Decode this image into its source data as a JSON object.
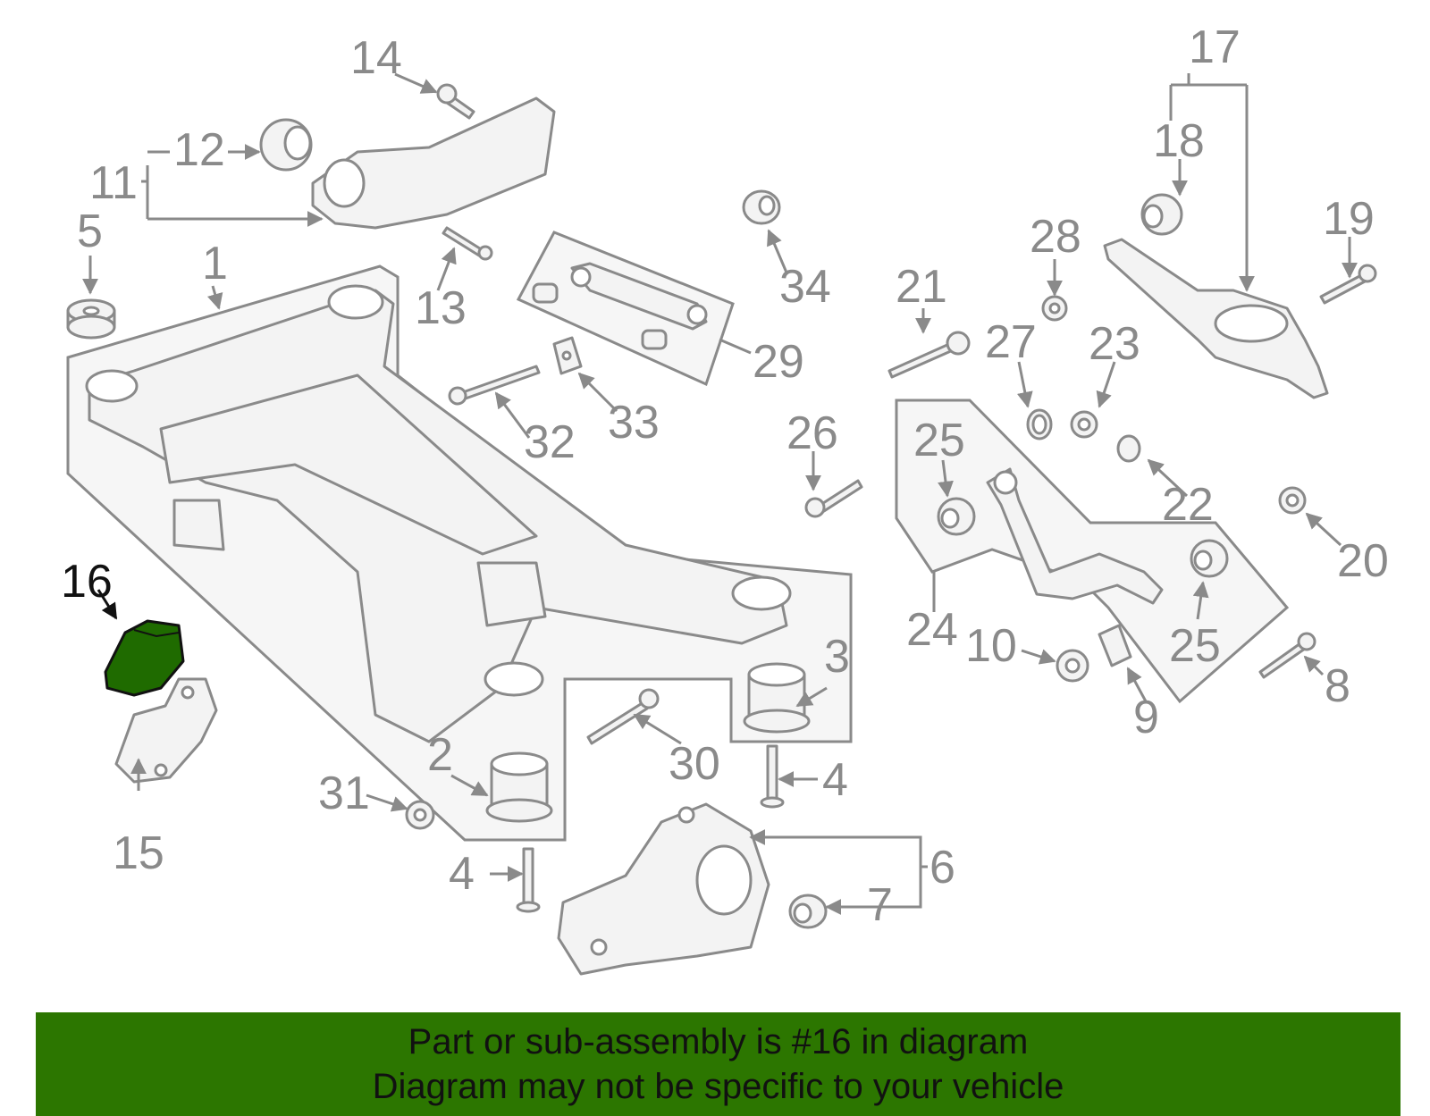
{
  "colors": {
    "highlight": "#1f6b00",
    "outline": "#8a8a8a",
    "banner": "#2c7600"
  },
  "labels": {
    "l1": "1",
    "l2": "2",
    "l3": "3",
    "l4a": "4",
    "l4b": "4",
    "l5": "5",
    "l6": "6",
    "l7": "7",
    "l8": "8",
    "l9": "9",
    "l10": "10",
    "l11": "11",
    "l12": "12",
    "l13": "13",
    "l14": "14",
    "l15": "15",
    "l16": "16",
    "l17": "17",
    "l18": "18",
    "l19": "19",
    "l20": "20",
    "l21": "21",
    "l22": "22",
    "l23": "23",
    "l24": "24",
    "l25a": "25",
    "l25b": "25",
    "l26": "26",
    "l27": "27",
    "l28": "28",
    "l29": "29",
    "l30": "30",
    "l31": "31",
    "l32": "32",
    "l33": "33",
    "l34": "34"
  },
  "highlighted_part": "16",
  "banner": {
    "line1": "Part or sub-assembly is #16 in diagram",
    "line2": "Diagram may not be specific to your vehicle"
  }
}
